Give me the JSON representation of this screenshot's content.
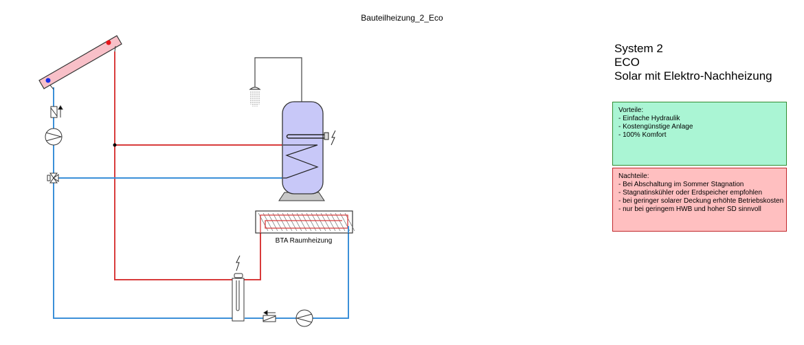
{
  "diagram": {
    "title": "Bauteilheizung_2_Eco",
    "heading": {
      "line1": "System 2",
      "line2": "ECO",
      "line3": "Solar mit Elektro-Nachheizung"
    },
    "advantages": {
      "title": "Vorteile:",
      "items": [
        "- Einfache Hydraulik",
        "- Kostengünstige Anlage",
        "- 100% Komfort"
      ]
    },
    "disadvantages": {
      "title": "Nachteile:",
      "items": [
        "- Bei Abschaltung im Sommer Stagnation",
        "- Stagnatinskühler oder Erdspeicher empfohlen",
        "- bei geringer solarer Deckung erhöhte Betriebskosten",
        "- nur bei geringem HWB und hoher SD sinnvoll"
      ]
    },
    "components": {
      "bta_label": "BTA Raumheizung"
    },
    "colors": {
      "supply": "#d83a3a",
      "return": "#3a8fd8",
      "storage_fill": "#c8c8f8",
      "collector_fill": "#f8c0c8",
      "advantages_bg": "#aaf5d4",
      "advantages_border": "#2e8b2e",
      "disadvantages_bg": "#ffbfc0",
      "disadvantages_border": "#c0262a"
    }
  }
}
